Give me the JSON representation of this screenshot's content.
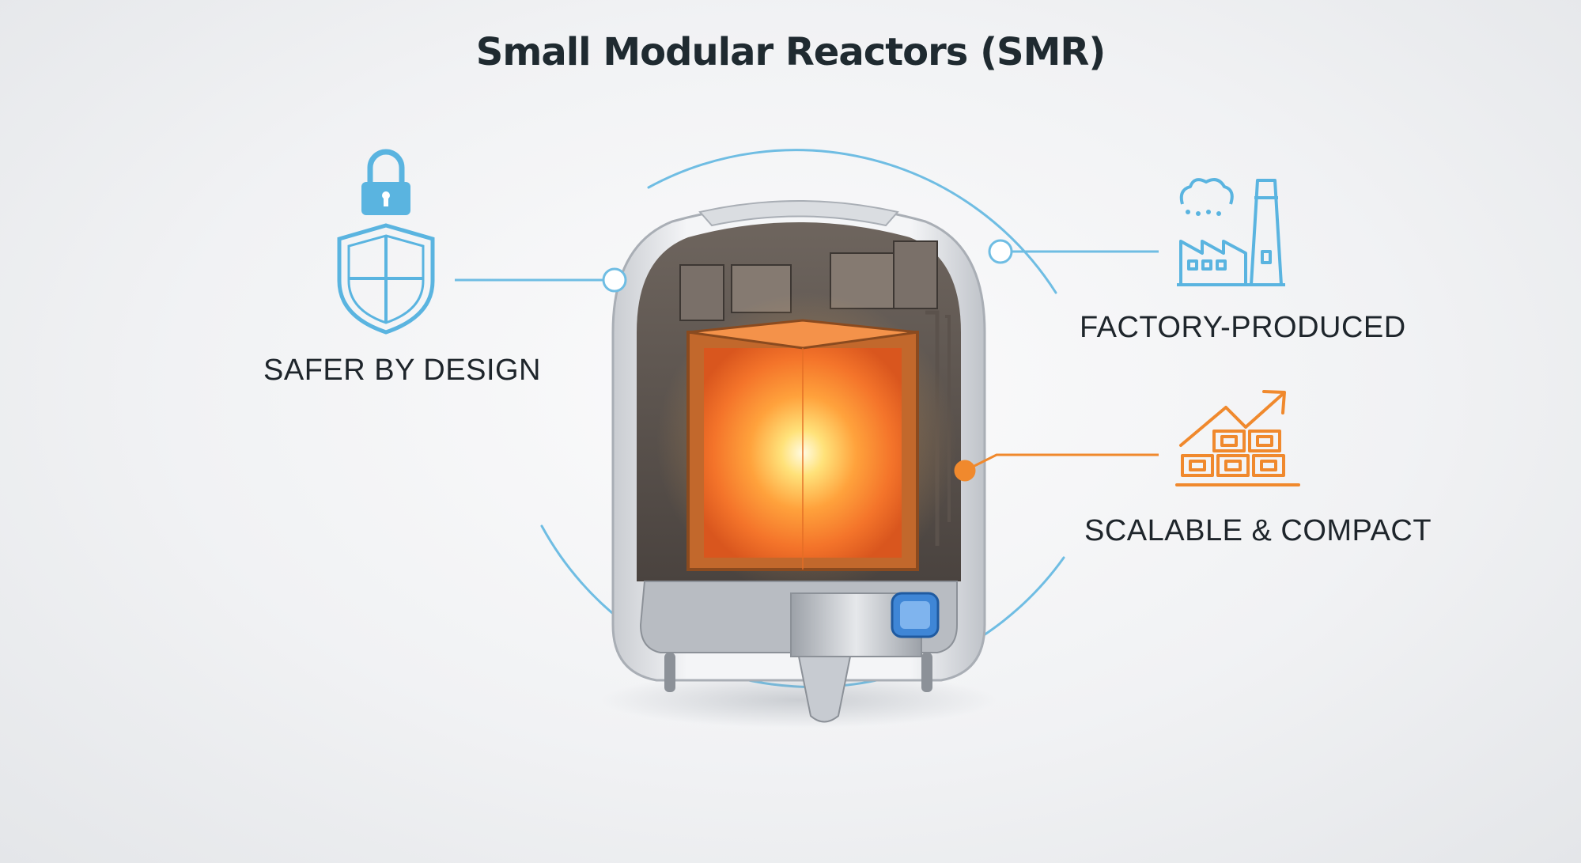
{
  "title": "Small Modular Reactors (SMR)",
  "features": [
    {
      "label": "SAFER BY DESIGN",
      "icon": "shield-lock-icon",
      "accent": "#5ab4e0"
    },
    {
      "label": "FACTORY-PRODUCED",
      "icon": "factory-icon",
      "accent": "#5ab4e0"
    },
    {
      "label": "SCALABLE & COMPACT",
      "icon": "growth-modules-icon",
      "accent": "#f0892d"
    }
  ],
  "colors": {
    "blue_accent": "#5ab4e0",
    "orange_accent": "#f0892d",
    "core_glow": "#ff9a3c",
    "title": "#1f2a30"
  }
}
